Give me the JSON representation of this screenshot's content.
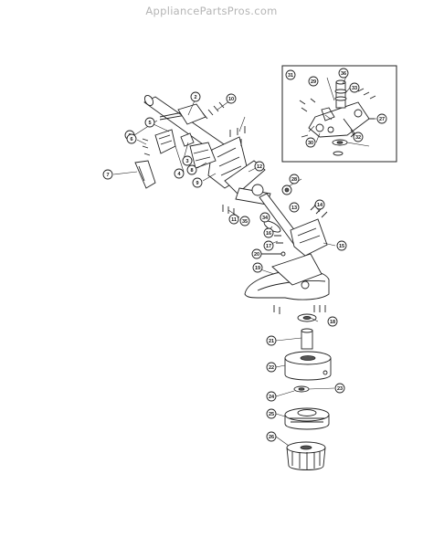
{
  "watermark": "AppliancePartsPros.com",
  "callouts": [
    "1",
    "2",
    "3",
    "4",
    "5",
    "6",
    "7",
    "8",
    "9",
    "10",
    "11",
    "12",
    "13",
    "14",
    "15",
    "16",
    "17",
    "18",
    "19",
    "20",
    "21",
    "22",
    "23",
    "24",
    "25",
    "26",
    "27",
    "28",
    "29",
    "30",
    "31",
    "32",
    "33",
    "34",
    "35",
    "36"
  ],
  "colors": {
    "ink": "#222222",
    "watermark": "#b5b5b5",
    "background": "#ffffff"
  }
}
